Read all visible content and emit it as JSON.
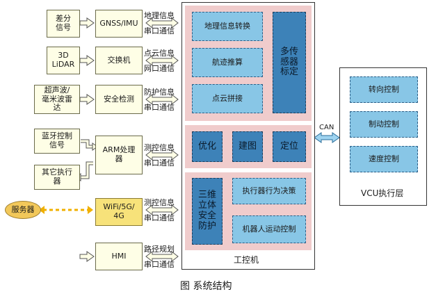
{
  "sources": {
    "diff_signal": "差分\n信号",
    "lidar": "3D\nLiDAR",
    "radar": "超声波/\n毫米波雷\n达",
    "bt_signal": "蓝牙控制\n信号",
    "other_actuator": "其它执行\n器",
    "server": "服务器"
  },
  "devices": {
    "gnss": "GNSS/IMU",
    "switch": "交换机",
    "safety": "安全检测",
    "arm": "ARM处理\n器",
    "wifi": "WiFi/5G/\n4G",
    "hmi": "HMI"
  },
  "links": [
    {
      "top": "地理信息",
      "bottom": "串口通信"
    },
    {
      "top": "点云信息",
      "bottom": "网口通信"
    },
    {
      "top": "防护信息",
      "bottom": "串口通信"
    },
    {
      "top": "测控信息",
      "bottom": "串口通信"
    },
    {
      "top": "测控信息",
      "bottom": "串口通信"
    },
    {
      "top": "路径规划",
      "bottom": "串口通信"
    }
  ],
  "ipc": {
    "title": "工控机",
    "group1": [
      "地理信息转换",
      "航迹推算",
      "点云拼接"
    ],
    "calib": "多传\n感器\n标定",
    "group2": [
      "优化",
      "建图",
      "定位"
    ],
    "safety3d": "三维\n立体\n安全\n防护",
    "decision": "执行器行为决策",
    "motion": "机器人运动控制"
  },
  "can_label": "CAN",
  "vcu": {
    "title": "VCU执行层",
    "items": [
      "转向控制",
      "制动控制",
      "速度控制"
    ]
  },
  "caption": "图  系统结构",
  "colors": {
    "light_blue": "#88c6e6",
    "dark_blue": "#3d82b8",
    "pink": "#f0cccc",
    "wifi_yellow": "#f7e27a"
  }
}
